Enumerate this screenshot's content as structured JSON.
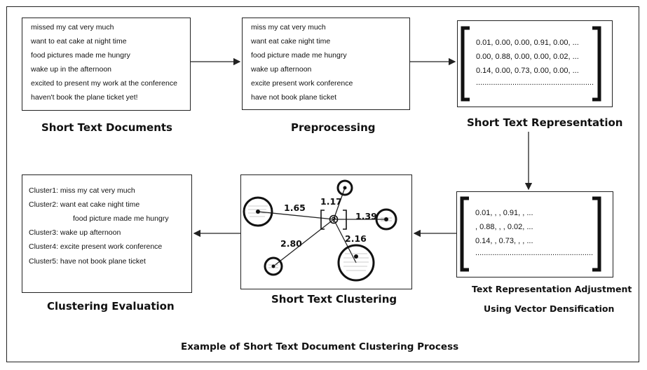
{
  "figure": {
    "caption": "Example of Short Text Document Clustering Process"
  },
  "stage1": {
    "label": "Short Text Documents",
    "lines": [
      "missed my cat very much",
      "want to eat cake at night time",
      "food pictures made me hungry",
      "wake up in the afternoon",
      "excited to present my work at the conference",
      "haven't book the plane ticket yet!"
    ]
  },
  "stage2": {
    "label": "Preprocessing",
    "lines": [
      "miss my cat very much",
      "want eat cake night time",
      "food picture made me hungry",
      "wake up afternoon",
      "excite present work conference",
      "have not book plane ticket"
    ]
  },
  "stage3": {
    "label": "Short Text Representation",
    "rows": [
      "0.01, 0.00, 0.00, 0.91, 0.00, ...",
      "0.00, 0.88, 0.00, 0.00, 0.02, ...",
      "0.14, 0.00, 0.73, 0.00, 0.00, ...",
      "......................................................."
    ]
  },
  "stage4": {
    "label_line1": "Text Representation Adjustment",
    "label_line2": "Using Vector Densification",
    "rows": [
      "0.01,        ,       , 0.91,       , ...",
      "       , 0.88,        ,        , 0.02, ...",
      "0.14,        , 0.73,        ,        , ...",
      "......................................................."
    ]
  },
  "stage5": {
    "label": "Short Text Clustering",
    "center_mark": "?",
    "distances": [
      "1.17",
      "1.65",
      "1.39",
      "2.80",
      "2.16"
    ]
  },
  "stage6": {
    "label": "Clustering Evaluation",
    "lines": [
      "Cluster1: miss my cat very much",
      "Cluster2: want eat cake night time",
      "food picture made me hungry",
      "Cluster3: wake up afternoon",
      "Cluster4: excite present work conference",
      "Cluster5: have not book plane ticket"
    ]
  }
}
